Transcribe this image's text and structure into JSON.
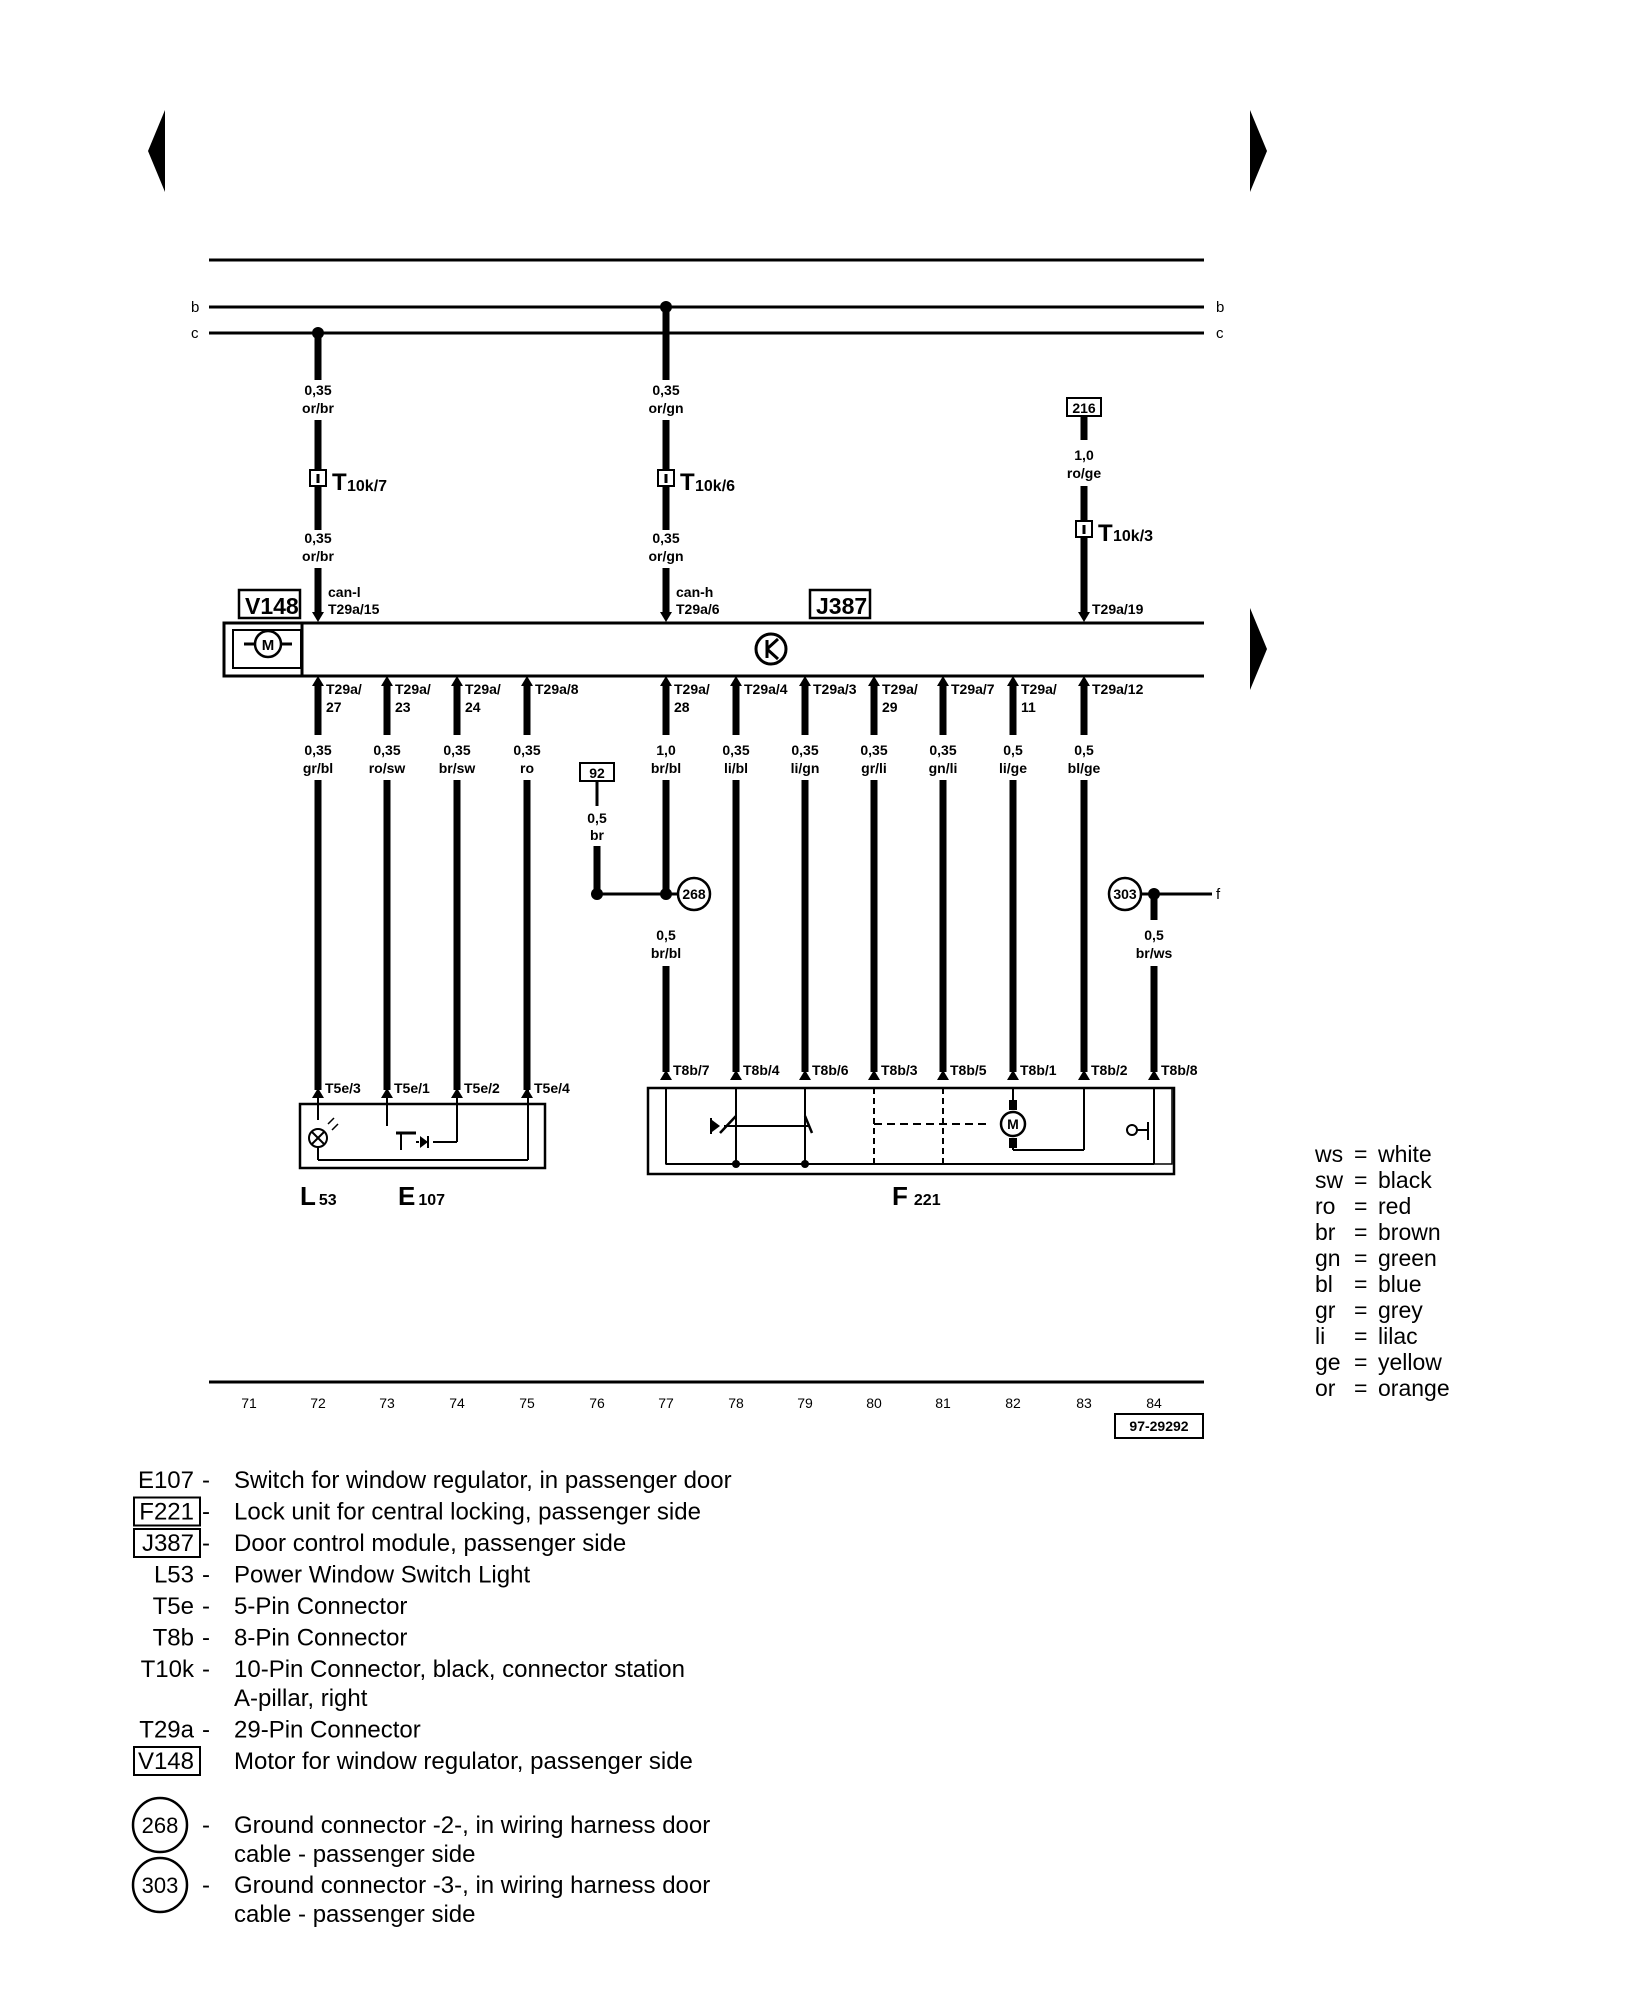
{
  "buses": [
    {
      "id": "b",
      "label": "b"
    },
    {
      "id": "c",
      "label": "c"
    }
  ],
  "bus_f": "f",
  "components": {
    "V148": "V148",
    "J387": "J387",
    "L53": "L",
    "L53_sub": "53",
    "E107": "E",
    "E107_sub": "107",
    "F221": "F",
    "F221_sub": "221"
  },
  "upper_wires": [
    {
      "id": "w72",
      "size": "0,35",
      "color": "or/br",
      "connector": "T",
      "connector_sub": "10k/7",
      "size2": "0,35",
      "color2": "or/br",
      "pin_name": "can-l",
      "pin": "T29a/15"
    },
    {
      "id": "w77",
      "size": "0,35",
      "color": "or/gn",
      "connector": "T",
      "connector_sub": "10k/6",
      "size2": "0,35",
      "color2": "or/gn",
      "pin_name": "can-h",
      "pin": "T29a/6"
    },
    {
      "id": "w83",
      "ref": "216",
      "size": "1,0",
      "color": "ro/ge",
      "connector": "T",
      "connector_sub": "10k/3",
      "pin": "T29a/19"
    }
  ],
  "lower_wires": [
    {
      "id": "l72",
      "pin_a": "T29a/",
      "pin_b": "27",
      "size": "0,35",
      "color": "gr/bl",
      "end": "T5e/3"
    },
    {
      "id": "l73",
      "pin_a": "T29a/",
      "pin_b": "23",
      "size": "0,35",
      "color": "ro/sw",
      "end": "T5e/1"
    },
    {
      "id": "l74",
      "pin_a": "T29a/",
      "pin_b": "24",
      "size": "0,35",
      "color": "br/sw",
      "end": "T5e/2"
    },
    {
      "id": "l75",
      "pin_a": "T29a/8",
      "pin_b": "",
      "size": "0,35",
      "color": "ro",
      "end": "T5e/4"
    },
    {
      "id": "l77",
      "pin_a": "T29a/",
      "pin_b": "28",
      "size": "1,0",
      "color": "br/bl",
      "end": "T8b/7"
    },
    {
      "id": "l78",
      "pin_a": "T29a/4",
      "pin_b": "",
      "size": "0,35",
      "color": "li/bl",
      "end": "T8b/4"
    },
    {
      "id": "l79",
      "pin_a": "T29a/3",
      "pin_b": "",
      "size": "0,35",
      "color": "li/gn",
      "end": "T8b/6"
    },
    {
      "id": "l80",
      "pin_a": "T29a/",
      "pin_b": "29",
      "size": "0,35",
      "color": "gr/li",
      "end": "T8b/3"
    },
    {
      "id": "l81",
      "pin_a": "T29a/7",
      "pin_b": "",
      "size": "0,35",
      "color": "gn/li",
      "end": "T8b/5"
    },
    {
      "id": "l82",
      "pin_a": "T29a/",
      "pin_b": "11",
      "size": "0,5",
      "color": "li/ge",
      "end": "T8b/1"
    },
    {
      "id": "l83",
      "pin_a": "T29a/12",
      "pin_b": "",
      "size": "0,5",
      "color": "bl/ge",
      "end": "T8b/2"
    }
  ],
  "ground_branch": {
    "ref": "92",
    "size": "0,5",
    "color": "br"
  },
  "ground_268": {
    "label": "268",
    "size": "0,5",
    "color": "br/bl"
  },
  "ground_303": {
    "label": "303",
    "size": "0,5",
    "color": "br/ws",
    "end": "T8b/8"
  },
  "motor_symbol": "M",
  "track_numbers": [
    "71",
    "72",
    "73",
    "74",
    "75",
    "76",
    "77",
    "78",
    "79",
    "80",
    "81",
    "82",
    "83",
    "84"
  ],
  "diagram_ref": "97-29292",
  "color_key": [
    {
      "code": "ws",
      "name": "white"
    },
    {
      "code": "sw",
      "name": "black"
    },
    {
      "code": "ro",
      "name": "red"
    },
    {
      "code": "br",
      "name": "brown"
    },
    {
      "code": "gn",
      "name": "green"
    },
    {
      "code": "bl",
      "name": "blue"
    },
    {
      "code": "gr",
      "name": "grey"
    },
    {
      "code": "li",
      "name": "lilac"
    },
    {
      "code": "ge",
      "name": "yellow"
    },
    {
      "code": "or",
      "name": "orange"
    }
  ],
  "color_key_sep": "=",
  "legend": [
    {
      "code": "E107",
      "boxed": false,
      "dash": "-",
      "lines": [
        "Switch for window regulator, in passenger door"
      ]
    },
    {
      "code": "F221",
      "boxed": true,
      "dash": "-",
      "lines": [
        "Lock unit for central locking, passenger side"
      ]
    },
    {
      "code": "J387",
      "boxed": true,
      "dash": "-",
      "lines": [
        "Door control module, passenger side"
      ]
    },
    {
      "code": "L53",
      "boxed": false,
      "dash": "-",
      "lines": [
        "Power Window Switch Light"
      ]
    },
    {
      "code": "T5e",
      "boxed": false,
      "dash": "-",
      "lines": [
        "5-Pin Connector"
      ]
    },
    {
      "code": "T8b",
      "boxed": false,
      "dash": "-",
      "lines": [
        "8-Pin Connector"
      ]
    },
    {
      "code": "T10k",
      "boxed": false,
      "dash": "-",
      "lines": [
        "10-Pin Connector, black, connector station",
        "A-pillar, right"
      ]
    },
    {
      "code": "T29a",
      "boxed": false,
      "dash": "-",
      "lines": [
        "29-Pin Connector"
      ]
    },
    {
      "code": "V148",
      "boxed": true,
      "dash": "",
      "lines": [
        "Motor for window regulator, passenger side"
      ]
    }
  ],
  "ground_legend": [
    {
      "code": "268",
      "dash": "-",
      "lines": [
        "Ground connector -2-, in wiring harness door",
        "cable - passenger side"
      ]
    },
    {
      "code": "303",
      "dash": "-",
      "lines": [
        "Ground connector -3-, in wiring harness door",
        "cable - passenger side"
      ]
    }
  ]
}
